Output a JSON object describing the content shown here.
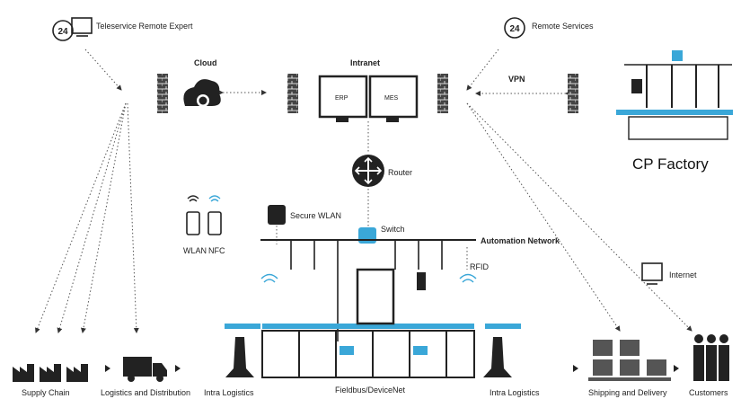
{
  "labels": {
    "teleservice": "Teleservice Remote Expert",
    "remote_services": "Remote Services",
    "cloud": "Cloud",
    "intranet": "Intranet",
    "vpn": "VPN",
    "erp": "ERP",
    "mes": "MES",
    "router": "Router",
    "cp_factory": "CP Factory",
    "secure_wlan": "Secure WLAN",
    "switch": "Switch",
    "automation_network": "Automation Network",
    "wlan": "WLAN",
    "nfc": "NFC",
    "rfid": "RFID",
    "internet": "Internet",
    "supply_chain": "Supply Chain",
    "logistics_distribution": "Logistics and Distribution",
    "intra_logistics_left": "Intra Logistics",
    "fieldbus": "Fieldbus/DeviceNet",
    "intra_logistics_right": "Intra Logistics",
    "shipping": "Shipping and Delivery",
    "customers": "Customers",
    "badge_24": "24"
  },
  "colors": {
    "ink": "#1f1f1f",
    "accent": "#3aa7d8",
    "line": "#333333"
  }
}
